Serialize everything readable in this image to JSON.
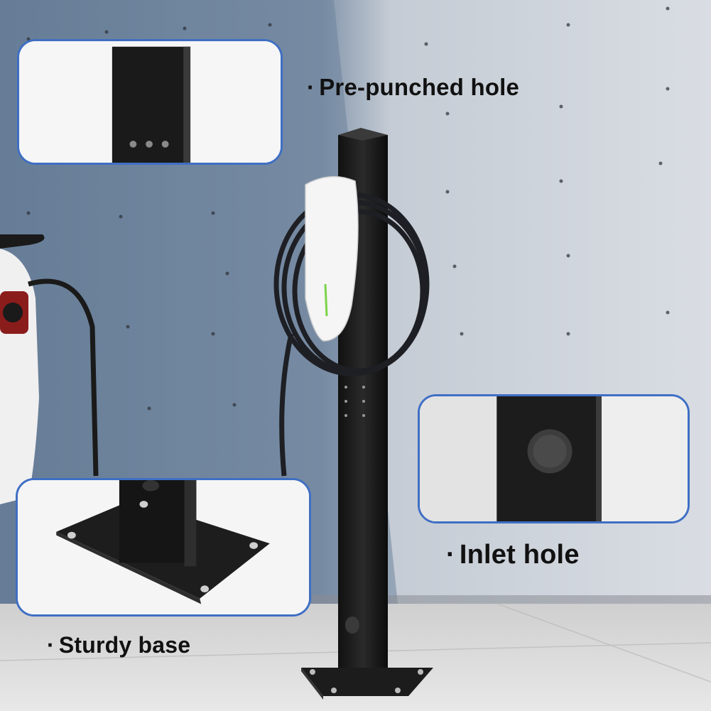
{
  "callouts": {
    "top": {
      "bullet": "·",
      "text": "Pre-punched hole"
    },
    "right": {
      "bullet": "·",
      "text": "Inlet hole"
    },
    "bottom": {
      "bullet": "·",
      "text": "Sturdy base"
    }
  },
  "colors": {
    "inset_border": "#3f6fc4",
    "wall": "#c9ced6",
    "wall_shadow": "#7d8fa3",
    "post": "#1b1b1b",
    "charger": "#f4f4f4",
    "charger_led": "#7bd44a",
    "ground": "#d9d9d9"
  }
}
